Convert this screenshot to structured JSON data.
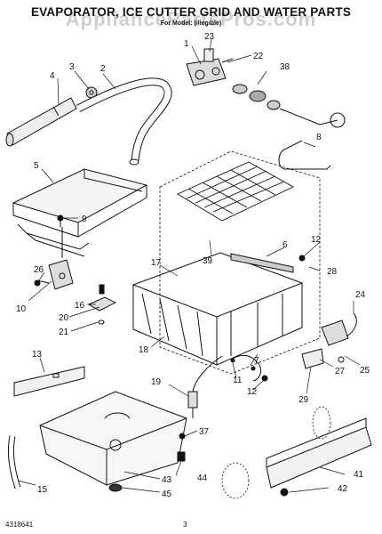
{
  "header": {
    "title": "EVAPORATOR, ICE CUTTER GRID AND WATER PARTS",
    "subtitle": "For Model: (illegible)",
    "watermark": "AppliancePartsPros.com"
  },
  "callouts": [
    "1",
    "2",
    "3",
    "4",
    "5",
    "6",
    "7",
    "8",
    "9",
    "10",
    "11",
    "12",
    "12",
    "13",
    "15",
    "16",
    "17",
    "18",
    "19",
    "20",
    "21",
    "22",
    "23",
    "24",
    "25",
    "26",
    "27",
    "28",
    "29",
    "37",
    "38",
    "39",
    "41",
    "42",
    "43",
    "44",
    "45"
  ],
  "footer": {
    "doc_number": "4318641",
    "page_number": "3"
  }
}
